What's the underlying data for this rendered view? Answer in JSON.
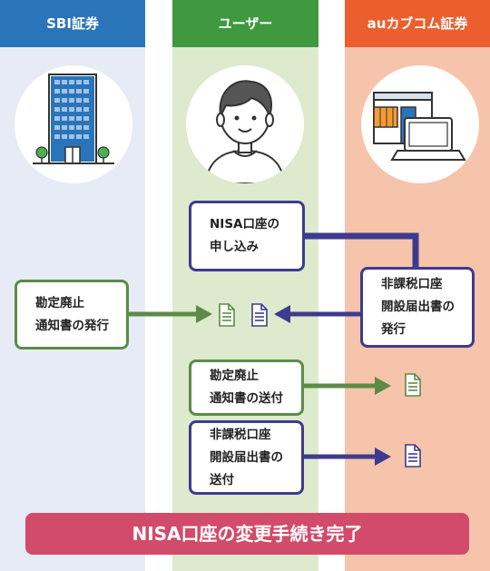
{
  "lanes": {
    "sbi": "SBI証券",
    "user": "ユーザー",
    "au": "auカブコム証券"
  },
  "icons": {
    "sbi": "office-building-icon",
    "user": "person-avatar-icon",
    "au": "store-and-laptop-icon",
    "document": "document-icon"
  },
  "boxes": {
    "apply": [
      "NISA口座の",
      "申し込み"
    ],
    "au_issue": [
      "非課税口座",
      "開設届出書の",
      "発行"
    ],
    "sbi_issue": [
      "勘定廃止",
      "通知書の発行"
    ],
    "send_notice": [
      "勘定廃止",
      "通知書の送付"
    ],
    "send_form": [
      "非課税口座",
      "開設届出書の",
      "送付"
    ]
  },
  "banner": "NISA口座の変更手続き完了",
  "colors": {
    "sbi_header": "#2a74b9",
    "user_header": "#3f9a3f",
    "au_header": "#eb5f2e",
    "green_flow": "#5b8c46",
    "blue_flow": "#3d3b8e",
    "banner": "#d24b6a"
  }
}
